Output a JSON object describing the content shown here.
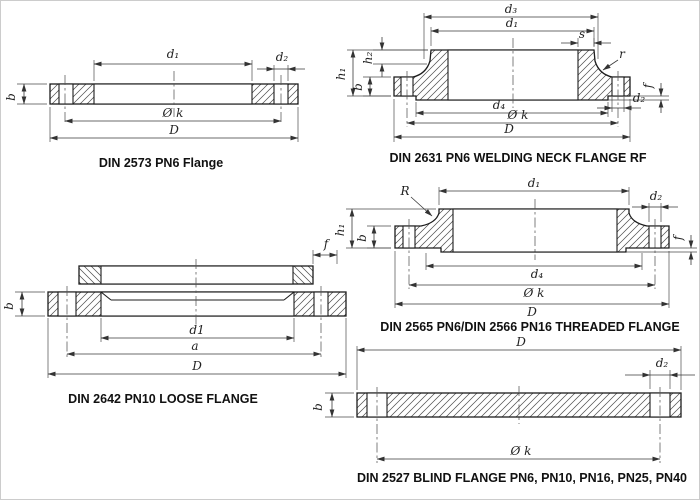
{
  "palette": {
    "background": "#ffffff",
    "border": "#cccccc",
    "outline": "#1c1c1c",
    "dimension_line": "#3a3a3a",
    "hatch": "#4a4a4a",
    "centerline": "#555555",
    "text": "#1a1a1a"
  },
  "flanges": [
    {
      "id": "din2573",
      "caption": "DIN 2573 PN6 Flange",
      "labels": {
        "d1": "d₁",
        "d2": "d₂",
        "b": "b",
        "k": "Ø k",
        "D": "D"
      }
    },
    {
      "id": "din2631",
      "caption": "DIN 2631 PN6 WELDING NECK FLANGE RF",
      "labels": {
        "d3": "d₃",
        "d1": "d₁",
        "s": "s",
        "h1": "h₁",
        "h2": "h₂",
        "b": "b",
        "r": "r",
        "f": "f",
        "d4": "d₄",
        "d2": "d₂",
        "k": "Ø k",
        "D": "D"
      }
    },
    {
      "id": "din2565",
      "caption": "DIN 2565 PN6/DIN 2566 PN16 THREADED FLANGE",
      "labels": {
        "d1": "d₁",
        "R": "R",
        "d2": "d₂",
        "h1": "h₁",
        "b": "b",
        "f": "f",
        "d4": "d₄",
        "k": "Ø k",
        "D": "D"
      }
    },
    {
      "id": "din2642",
      "caption": "DIN 2642 PN10 LOOSE FLANGE",
      "labels": {
        "f": "f",
        "b": "b",
        "d1": "d1",
        "a": "a",
        "D": "D"
      }
    },
    {
      "id": "din2527",
      "caption": "DIN 2527 BLIND FLANGE PN6, PN10, PN16, PN25, PN40",
      "labels": {
        "D": "D",
        "d2": "d₂",
        "b": "b",
        "k": "Ø k"
      }
    }
  ]
}
